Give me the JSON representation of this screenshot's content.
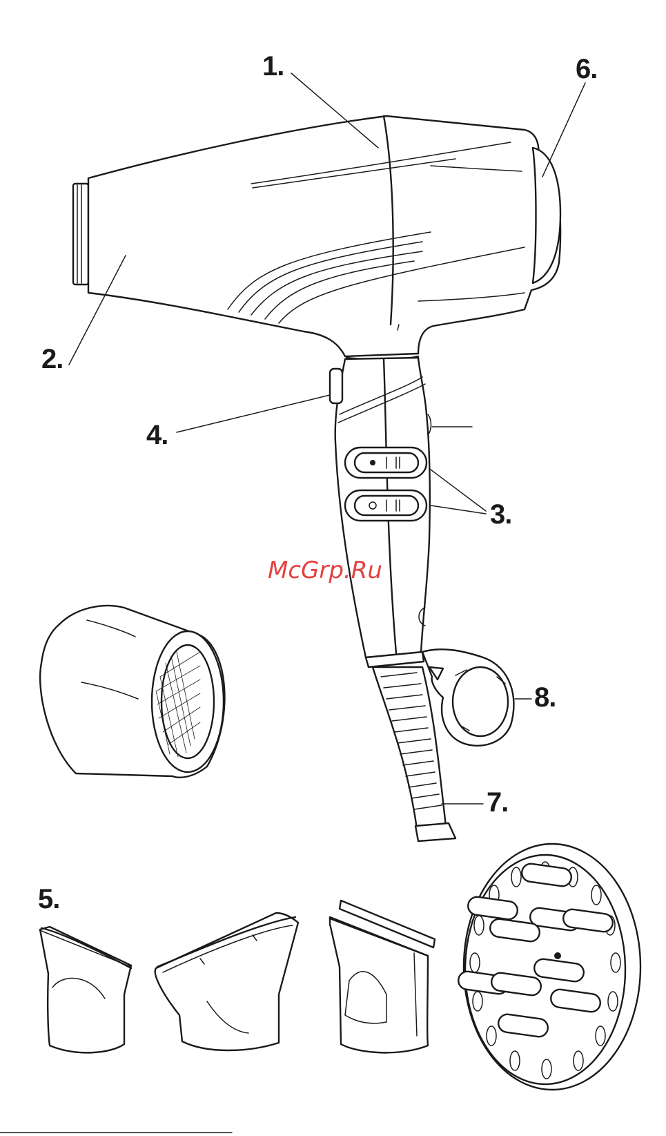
{
  "labels": {
    "item1": "1.",
    "item2": "2.",
    "item3": "3.",
    "item4": "4.",
    "item5": "5.",
    "item6": "6.",
    "item7": "7.",
    "item8": "8."
  },
  "watermark": "McGrp.Ru",
  "switch_marks": {
    "upper": "• I II",
    "lower": "O I II"
  }
}
